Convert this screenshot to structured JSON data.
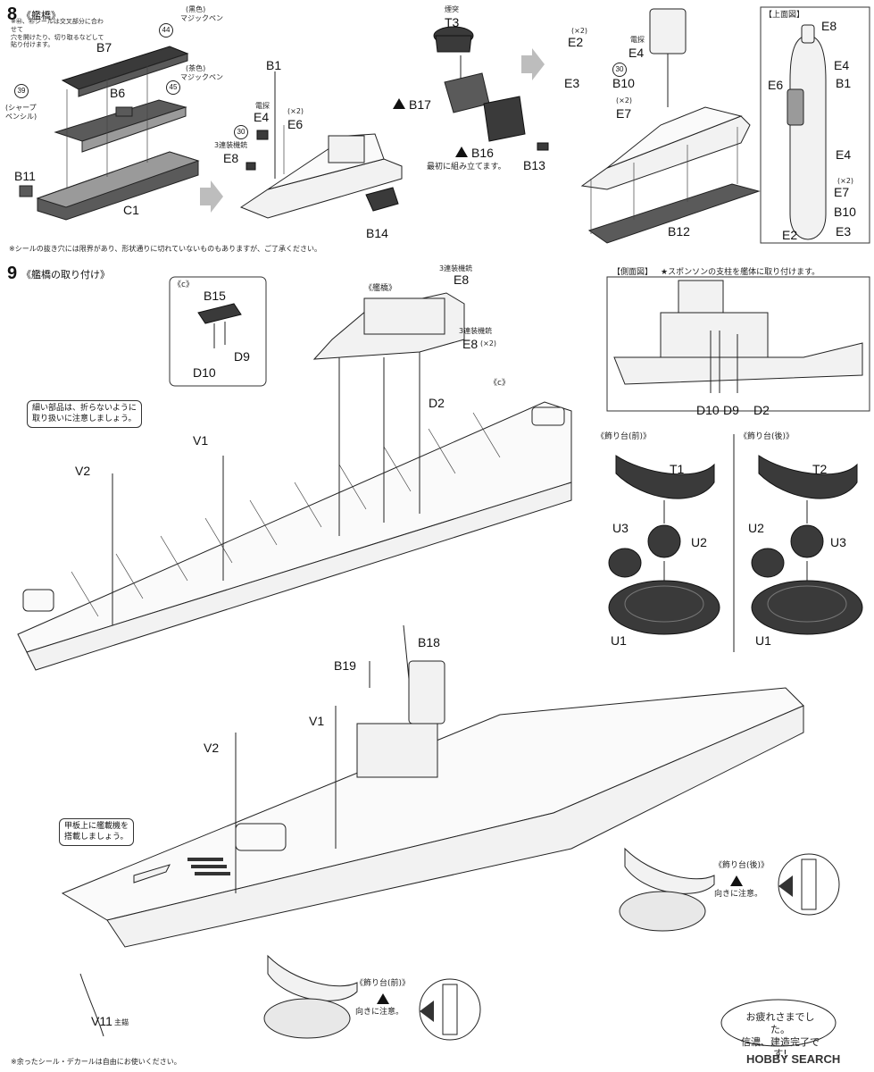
{
  "step8": {
    "number": "8",
    "title": "《艦橋》",
    "note_marks": "※",
    "paint_black": "(黒色)",
    "paint_black_marker": "マジックペン",
    "paint_silver": "(茶色)",
    "paint_silver_marker": "マジックペン",
    "pencil_note": "(シャープ\nペンシル)",
    "seal_note": "※㊹、㊺シールは交叉部分に合わせて\n穴を開けたり、切り取るなどして\n貼り付けます。",
    "bottom_note": "※シールの抜き穴には限界があり、形状通りに切れていないものもありますが、ご了承ください。",
    "labels": {
      "B7": "B7",
      "B6": "B6",
      "C1": "C1",
      "B11": "B11",
      "c44": "44",
      "c45": "45",
      "c39": "39",
      "c30a": "30",
      "c30b": "30",
      "B1": "B1",
      "E4": "E4",
      "E6": "E6",
      "E6x2": "(×2)",
      "E8": "E8",
      "B14": "B14",
      "E4cap": "電探",
      "E8cap": "3連装機銃",
      "T3": "T3",
      "T3cap": "煙突",
      "B17": "B17",
      "B16": "B16",
      "B13": "B13",
      "B16note": "最初に組み立てます。",
      "E2": "E2",
      "E2x2": "(×2)",
      "E3": "E3",
      "E4b": "E4",
      "E4bcap": "電探",
      "B10": "B10",
      "E7": "E7",
      "E7x2": "(×2)",
      "B12": "B12"
    },
    "topview": {
      "title": "【上面図】",
      "E8": "E8",
      "E4a": "E4",
      "E6": "E6",
      "B1": "B1",
      "E4b": "E4",
      "x2": "(×2)",
      "E7": "E7",
      "B10": "B10",
      "E2": "E2",
      "E3": "E3"
    }
  },
  "step9": {
    "number": "9",
    "title": "《艦橋の取り付け》",
    "inset_c": {
      "title": "《c》",
      "B15": "B15",
      "D9": "D9",
      "D10": "D10"
    },
    "bridge_label": "《艦橋》",
    "E8a_cap": "3連装機銃",
    "E8a": "E8",
    "E8b_cap": "3連装機銃",
    "E8b": "E8",
    "E8b_x2": "(×2)",
    "c_ref": "《c》",
    "D2": "D2",
    "note_fragile": "細い部品は、折らないように\n取り扱いに注意しましょう。",
    "V1": "V1",
    "V2": "V2",
    "sideview": {
      "title": "【側面図】",
      "note": "★スポンソンの支柱を艦体に取り付けます。",
      "D10": "D10",
      "D9": "D9",
      "D2": "D2"
    },
    "stand_front": {
      "title": "《飾り台(前)》",
      "T1": "T1",
      "U3": "U3",
      "U2": "U2",
      "U1": "U1"
    },
    "stand_rear": {
      "title": "《飾り台(後)》",
      "T2": "T2",
      "U2": "U2",
      "U3": "U3",
      "U1": "U1"
    },
    "lower": {
      "B18": "B18",
      "B19": "B19",
      "V1": "V1",
      "V2": "V2",
      "V11": "V11",
      "V11cap": "主錨",
      "planes_note": "甲板上に艦載機を\n搭載しましょう。",
      "stand_rear_title": "《飾り台(後)》",
      "stand_rear_note": "向きに注意。",
      "stand_front_title": "《飾り台(前)》",
      "stand_front_note": "向きに注意。"
    },
    "finish": "お疲れさまでした。\n信濃、建造完了です!",
    "footer": "※余ったシール・デカールは自由にお使いください。"
  },
  "watermark": "HOBBY SEARCH"
}
